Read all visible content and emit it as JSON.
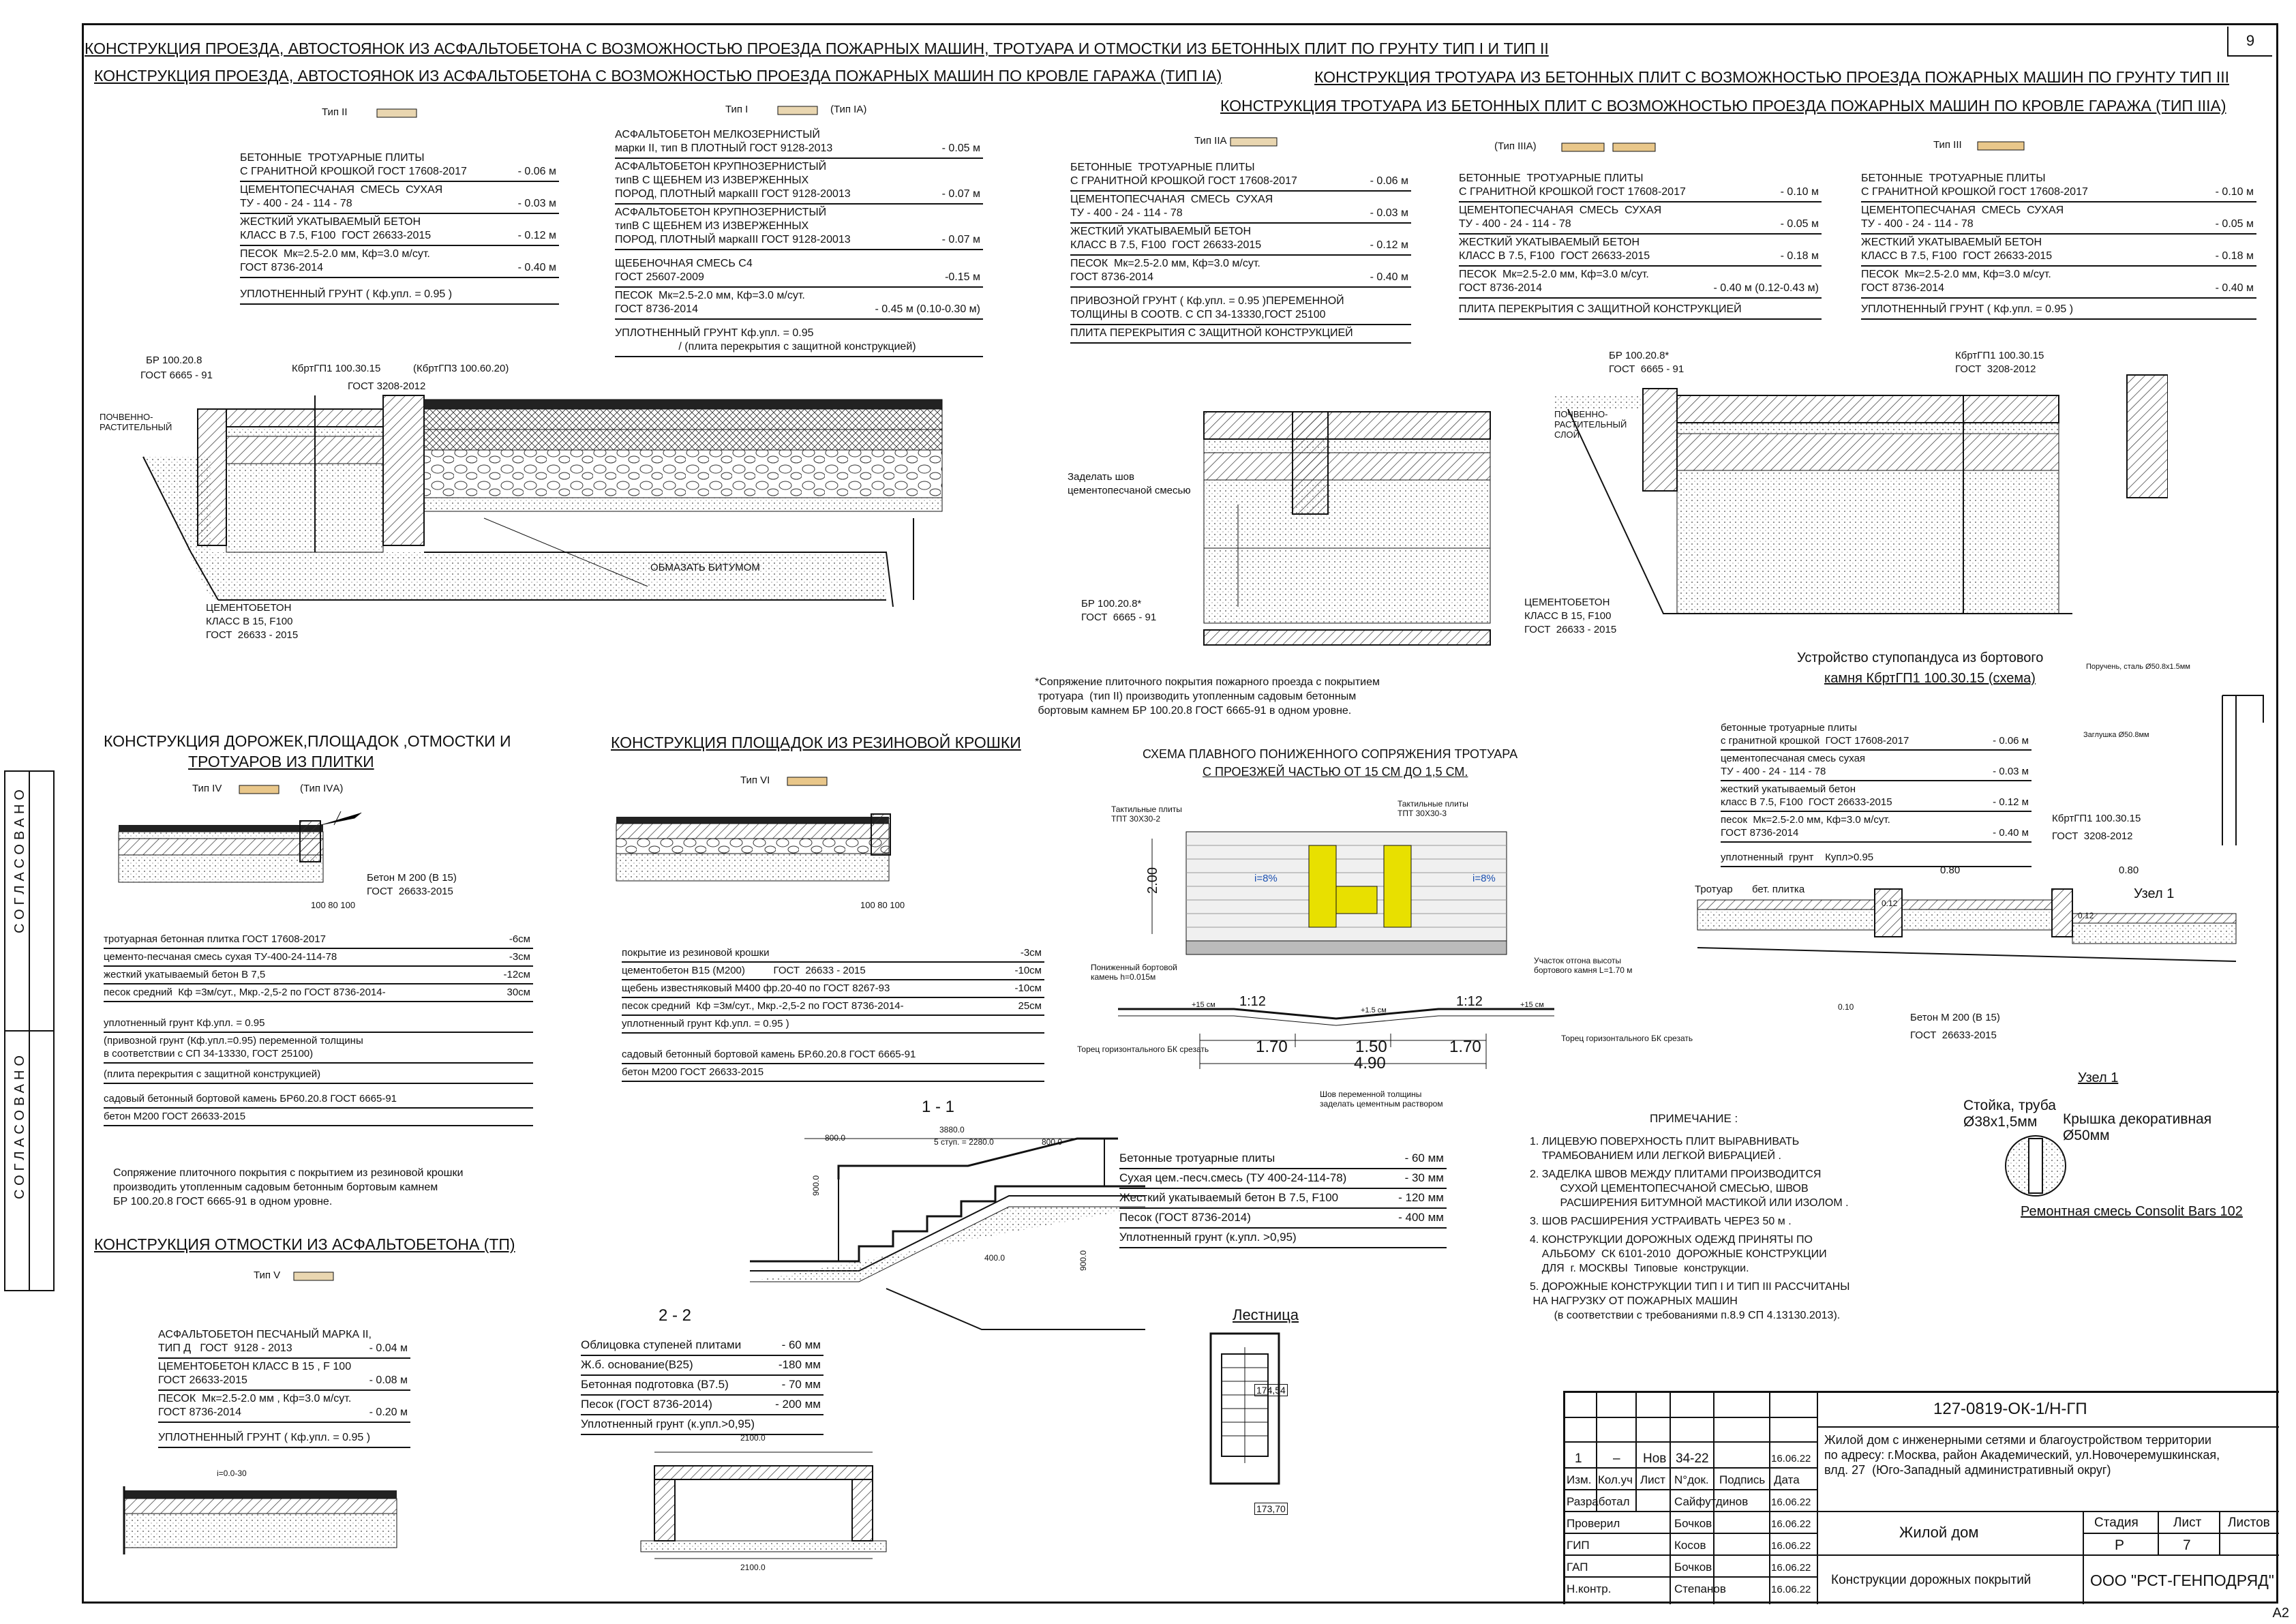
{
  "page_number": "9",
  "format": "A2",
  "main_title": "КОНСТРУКЦИЯ ПРОЕЗДА, АВТОСТОЯНОК ИЗ АСФАЛЬТОБЕТОНА С ВОЗМОЖНОСТЬЮ ПРОЕЗДА ПОЖАРНЫХ МАШИН, ТРОТУАРА И ОТМОСТКИ ИЗ БЕТОННЫХ ПЛИТ ПО ГРУНТУ ТИП I И ТИП II",
  "stamp_left": [
    "СОГЛАСОВАНО",
    "СОГЛАСОВАНО"
  ],
  "sections": {
    "ia_title": "КОНСТРУКЦИЯ ПРОЕЗДА, АВТОСТОЯНОК ИЗ АСФАЛЬТОБЕТОНА С ВОЗМОЖНОСТЬЮ ПРОЕЗДА ПОЖАРНЫХ МАШИН ПО КРОВЛЕ ГАРАЖА (ТИП IА)",
    "iii_title": "КОНСТРУКЦИЯ ТРОТУАРА ИЗ БЕТОННЫХ ПЛИТ С ВОЗМОЖНОСТЬЮ ПРОЕЗДА ПОЖАРНЫХ МАШИН ПО ГРУНТУ ТИП III",
    "iiia_title": "КОНСТРУКЦИЯ ТРОТУАРА ИЗ БЕТОННЫХ ПЛИТ С ВОЗМОЖНОСТЬЮ ПРОЕЗДА ПОЖАРНЫХ МАШИН ПО КРОВЛЕ ГАРАЖА (ТИП IIIА)",
    "iv_title_1": "КОНСТРУКЦИЯ  ДОРОЖЕК,ПЛОЩАДОК ,ОТМОСТКИ И",
    "iv_title_2": "ТРОТУАРОВ ИЗ ПЛИТКИ",
    "vi_title": "КОНСТРУКЦИЯ ПЛОЩАДОК ИЗ РЕЗИНОВОЙ КРОШКИ",
    "v_title": "КОНСТРУКЦИЯ  ОТМОСТКИ ИЗ АСФАЛЬТОБЕТОНА (ТП)",
    "scheme_title_1": "СХЕМА ПЛАВНОГО ПОНИЖЕННОГО СОПРЯЖЕНИЯ ТРОТУАРА",
    "scheme_title_2": "С ПРОЕЗЖЕЙ ЧАСТЬЮ ОТ 15 СМ ДО 1,5 СМ.",
    "ramp_title_1": "Устройство ступопандуса из бортового",
    "ramp_title_2": "камня  КбртГП1 100.30.15 (схема)",
    "section_11": "1 - 1",
    "section_22": "2 - 2",
    "stair": "Лестница",
    "node1": "Узел 1"
  },
  "type_labels": {
    "t2": "Тип II",
    "t1": "Тип I",
    "t1a": "(Тип IА)",
    "t2a": "Тип IIА",
    "t3a": "(Тип IIIА)",
    "t3": "Тип III",
    "t4": "Тип IV",
    "t4a": "(Тип IVА)",
    "t6": "Тип VI",
    "t5": "Тип V"
  },
  "layers_t2": [
    {
      "text": "БЕТОННЫЕ  ТРОТУАРНЫЕ ПЛИТЫ\nС ГРАНИТНОЙ КРОШКОЙ ГОСТ 17608-2017",
      "val": "- 0.06 м"
    },
    {
      "text": "ЦЕМЕНТОПЕСЧАНАЯ  СМЕСЬ  СУХАЯ\nТУ - 400 - 24 - 114 - 78",
      "val": "- 0.03 м"
    },
    {
      "text": "ЖЕСТКИЙ УКАТЫВАЕМЫЙ БЕТОН\nКЛАСС В 7.5, F100  ГОСТ 26633-2015",
      "val": "- 0.12 м"
    },
    {
      "text": "ПЕСОК  Мк=2.5-2.0 мм, Кф=3.0 м/сут.\nГОСТ 8736-2014",
      "val": "- 0.40 м"
    },
    {
      "text": "УПЛОТНЕННЫЙ ГРУНТ ( Кф.упл. = 0.95 )",
      "val": ""
    }
  ],
  "layers_t1": [
    {
      "text": "АСФАЛЬТОБЕТОН МЕЛКОЗЕРНИСТЫЙ\nмарки II, тип В ПЛОТНЫЙ ГОСТ 9128-2013",
      "val": "- 0.05 м"
    },
    {
      "text": "АСФАЛЬТОБЕТОН КРУПНОЗЕРНИСТЫЙ\nтипВ С ЩЕБНЕМ ИЗ ИЗВЕРЖЕННЫХ\nПОРОД, ПЛОТНЫЙ маркаIII ГОСТ 9128-20013",
      "val": "- 0.07 м"
    },
    {
      "text": "АСФАЛЬТОБЕТОН КРУПНОЗЕРНИСТЫЙ\nтипВ С ЩЕБНЕМ ИЗ ИЗВЕРЖЕННЫХ\nПОРОД, ПЛОТНЫЙ маркаIII ГОСТ 9128-20013",
      "val": "- 0.07 м"
    },
    {
      "text": "ЩЕБЕНОЧНАЯ СМЕСЬ С4\nГОСТ 25607-2009",
      "val": "-0.15 м"
    },
    {
      "text": "ПЕСОК  Мк=2.5-2.0 мм, Кф=3.0 м/сут.\nГОСТ 8736-2014",
      "val": "- 0.45 м (0.10-0.30 м)"
    },
    {
      "text": "УПЛОТНЕННЫЙ ГРУНТ Кф.упл. = 0.95\n                     / (плита перекрытия с защитной конструкцией)",
      "val": ""
    }
  ],
  "layers_t2a": [
    {
      "text": "БЕТОННЫЕ  ТРОТУАРНЫЕ ПЛИТЫ\nС ГРАНИТНОЙ КРОШКОЙ ГОСТ 17608-2017",
      "val": "- 0.06 м"
    },
    {
      "text": "ЦЕМЕНТОПЕСЧАНАЯ  СМЕСЬ  СУХАЯ\nТУ - 400 - 24 - 114 - 78",
      "val": "- 0.03 м"
    },
    {
      "text": "ЖЕСТКИЙ УКАТЫВАЕМЫЙ БЕТОН\nКЛАСС В 7.5, F100  ГОСТ 26633-2015",
      "val": "- 0.12 м"
    },
    {
      "text": "ПЕСОК  Мк=2.5-2.0 мм, Кф=3.0 м/сут.\nГОСТ 8736-2014",
      "val": "- 0.40 м"
    },
    {
      "text": "ПРИВОЗНОЙ ГРУНТ ( Кф.упл. = 0.95 )ПЕРЕМЕННОЙ\nТОЛЩИНЫ В СООТВ. С СП 34-13330,ГОСТ 25100",
      "val": ""
    },
    {
      "text": "ПЛИТА ПЕРЕКРЫТИЯ С ЗАЩИТНОЙ КОНСТРУКЦИЕЙ",
      "val": ""
    }
  ],
  "layers_t3a": [
    {
      "text": "БЕТОННЫЕ  ТРОТУАРНЫЕ ПЛИТЫ\nС ГРАНИТНОЙ КРОШКОЙ ГОСТ 17608-2017",
      "val": "- 0.10 м"
    },
    {
      "text": "ЦЕМЕНТОПЕСЧАНАЯ  СМЕСЬ  СУХАЯ\nТУ - 400 - 24 - 114 - 78",
      "val": "- 0.05 м"
    },
    {
      "text": "ЖЕСТКИЙ УКАТЫВАЕМЫЙ БЕТОН\nКЛАСС В 7.5, F100  ГОСТ 26633-2015",
      "val": "- 0.18 м"
    },
    {
      "text": "ПЕСОК  Мк=2.5-2.0 мм, Кф=3.0 м/сут.\nГОСТ 8736-2014",
      "val": "- 0.40 м (0.12-0.43 м)"
    },
    {
      "text": "ПЛИТА ПЕРЕКРЫТИЯ С ЗАЩИТНОЙ КОНСТРУКЦИЕЙ",
      "val": ""
    }
  ],
  "layers_t3": [
    {
      "text": "БЕТОННЫЕ  ТРОТУАРНЫЕ ПЛИТЫ\nС ГРАНИТНОЙ КРОШКОЙ ГОСТ 17608-2017",
      "val": "- 0.10 м"
    },
    {
      "text": "ЦЕМЕНТОПЕСЧАНАЯ  СМЕСЬ  СУХАЯ\nТУ - 400 - 24 - 114 - 78",
      "val": "- 0.05 м"
    },
    {
      "text": "ЖЕСТКИЙ УКАТЫВАЕМЫЙ БЕТОН\nКЛАСС В 7.5, F100  ГОСТ 26633-2015",
      "val": "- 0.18 м"
    },
    {
      "text": "ПЕСОК  Мк=2.5-2.0 мм, Кф=3.0 м/сут.\nГОСТ 8736-2014",
      "val": "- 0.40 м"
    },
    {
      "text": "УПЛОТНЕННЫЙ ГРУНТ ( Кф.упл. = 0.95 )",
      "val": ""
    }
  ],
  "layers_t4": [
    {
      "text": "тротуарная бетонная плитка ГОСТ 17608-2017",
      "val": "-6см"
    },
    {
      "text": "цементо-песчаная смесь сухая ТУ-400-24-114-78",
      "val": "-3см"
    },
    {
      "text": "жесткий укатываемый бетон В 7,5",
      "val": "-12см"
    },
    {
      "text": "песок средний  Кф =3м/сут., Мкр.-2,5-2 по ГОСТ 8736-2014-",
      "val": "30см"
    },
    {
      "text": "\nуплотненный грунт Кф.упл. = 0.95",
      "val": ""
    },
    {
      "text": "(привозной грунт (Кф.упл.=0.95) переменной толщины\nв соответствии с СП 34-13330, ГОСТ 25100)",
      "val": ""
    },
    {
      "text": "(плита перекрытия с защитной конструкцией)",
      "val": ""
    },
    {
      "text": "садовый бетонный бортовой камень БР60.20.8 ГОСТ 6665-91",
      "val": ""
    },
    {
      "text": "бетон М200 ГОСТ 26633-2015",
      "val": ""
    }
  ],
  "layers_t6": [
    {
      "text": "покрытие из резиновой крошки",
      "val": "-3см"
    },
    {
      "text": "цементобетон В15 (М200)          ГОСТ  26633 - 2015",
      "val": "-10см"
    },
    {
      "text": "щебень известняковый М400 фр.20-40 по ГОСТ 8267-93",
      "val": "-10см"
    },
    {
      "text": "песок средний  Кф =3м/сут., Мкр.-2,5-2 по ГОСТ 8736-2014-",
      "val": "25см"
    },
    {
      "text": "уплотненный грунт Кф.упл. = 0.95 )",
      "val": ""
    },
    {
      "text": "\nсадовый бетонный бортовой камень БР.60.20.8 ГОСТ 6665-91",
      "val": ""
    },
    {
      "text": "бетон М200 ГОСТ 26633-2015",
      "val": ""
    }
  ],
  "layers_t5": [
    {
      "text": "АСФАЛЬТОБЕТОН ПЕСЧАНЫЙ МАРКА II,\nТИП Д   ГОСТ  9128 - 2013",
      "val": "- 0.04 м"
    },
    {
      "text": "ЦЕМЕНТОБЕТОН КЛАСС В 15 , F 100\nГОСТ 26633-2015",
      "val": "- 0.08 м"
    },
    {
      "text": "ПЕСОК  Мк=2.5-2.0 мм , Кф=3.0 м/сут.\nГОСТ 8736-2014",
      "val": "- 0.20 м"
    },
    {
      "text": "УПЛОТНЕННЫЙ ГРУНТ ( Кф.упл. = 0.95 )",
      "val": ""
    }
  ],
  "layers_stair11": [
    {
      "text": "Бетонные тротуарные плиты",
      "val": "- 60 мм"
    },
    {
      "text": "Сухая цем.-песч.смесь (ТУ 400-24-114-78)",
      "val": "- 30 мм"
    },
    {
      "text": "Жесткий укатываемый бетон В 7.5, F100",
      "val": "- 120 мм"
    },
    {
      "text": "Песок (ГОСТ 8736-2014)",
      "val": "- 400 мм"
    },
    {
      "text": "Уплотненный грунт (к.упл. >0,95)",
      "val": ""
    }
  ],
  "layers_stair22": [
    {
      "text": "Облицовка ступеней плитами",
      "val": "- 60 мм"
    },
    {
      "text": "Ж.б. основание(В25)",
      "val": "-180 мм"
    },
    {
      "text": "Бетонная подготовка (В7.5)",
      "val": "- 70 мм"
    },
    {
      "text": "Песок (ГОСТ 8736-2014)",
      "val": "- 200 мм"
    },
    {
      "text": "Уплотненный грунт (к.упл.>0,95)",
      "val": ""
    }
  ],
  "layers_ramp": [
    {
      "text": "бетонные тротуарные плиты\nс гранитной крошкой  ГОСТ 17608-2017",
      "val": "- 0.06 м"
    },
    {
      "text": "цементопесчаная смесь сухая\nТУ - 400 - 24 - 114 - 78",
      "val": "- 0.03 м"
    },
    {
      "text": "жесткий укатываемый бетон\nкласс В 7.5, F100  ГОСТ 26633-2015",
      "val": "- 0.12 м"
    },
    {
      "text": "песок  Мк=2.5-2.0 мм, Кф=3.0 м/сут.\nГОСТ 8736-2014",
      "val": "- 0.40 м"
    },
    {
      "text": "уплотненный  грунт    Купл>0.95",
      "val": ""
    }
  ],
  "labels": {
    "br1": "БР 100.20.8",
    "br1g": "ГОСТ  6665 - 91",
    "kb1": "КбртГП1 100.30.15",
    "kb1b": "(КбртГП3 100.60.20)",
    "kb1g": "ГОСТ  3208-2012",
    "pochv": "ПОЧВЕННО-\nРАСТИТЕЛЬНЫЙ",
    "cem": "ЦЕМЕНТОБЕТОН\nКЛАСС В 15, F100\nГОСТ  26633 - 2015",
    "bitum": "ОБМАЗАТЬ БИТУМОМ",
    "shov": "Заделать шов\nцементопесчаной смесью",
    "br2": "БР 100.20.8*\nГОСТ  6665 - 91",
    "cem2": "ЦЕМЕНТОБЕТОН\nКЛАСС В 15, F100\nГОСТ  26633 - 2015",
    "br3": "БР 100.20.8*\nГОСТ  6665 - 91",
    "kb3": "КбртГП1 100.30.15\nГОСТ  3208-2012",
    "pochv3": "ПОЧВЕННО-\nРАСТИТЕЛЬНЫЙ\nСЛОЙ",
    "beton_iv": "Бетон М 200 (В 15)\nГОСТ  26633-2015",
    "dim_iv": "100 80 100",
    "dim_vi": "100 80 100",
    "footnote": "*Сопряжение плиточного покрытия пожарного проезда с покрытием\n тротуара  (тип II) производить утопленным садовым бетонным\n бортовым камнем БР 100.20.8 ГОСТ 6665-91 в одном уровне.",
    "rubber_note": "Сопряжение плиточного покрытия с покрытием из резиновой крошки\nпроизводить утопленным садовым бетонным бортовым камнем\nБР 100.20.8 ГОСТ 6665-91 в одном уровне.",
    "tact1": "Тактильные плиты\nТПТ 30Х30-2",
    "tact2": "Тактильные плиты\nТПТ 30Х30-3",
    "dim_200": "2.00",
    "slope_l": "i=8%",
    "slope_r": "i=8%",
    "low_bort": "Пониженный бортовой\nкамень h=0.015м",
    "bort_h": "Участок отгона высоты\nбортового камня L=1.70 м",
    "r112a": "1:12",
    "r112b": "1:12",
    "p15a": "+15 см",
    "p15b": "+1.5 см",
    "p15c": "+15 см",
    "torec_l": "Торец горизонтального БК срезать",
    "torec_r": "Торец горизонтального БК срезать",
    "d170a": "1.70",
    "d150": "1.50",
    "d170b": "1.70",
    "d490": "4.90",
    "shov_var": "Шов переменной толщины\nзаделать цементным раствором",
    "trotuar": "Тротуар",
    "bet_plitka": "бет. плитка",
    "kb_ramp": "КбртГП1 100.30.15\nГОСТ  3208-2012",
    "beton_ramp": "Бетон М 200 (В 15)\nГОСТ  26633-2015",
    "poruchen": "Поручень, сталь Ø50.8х1.5мм",
    "zaglushka": "Заглушка Ø50.8мм",
    "d080a": "0.80",
    "d080b": "0.80",
    "d012a": "0.12",
    "d012b": "0.12",
    "d010": "0.10",
    "uzel1": "Узел 1",
    "stoika": "Стойка, труба\nØ38х1,5мм",
    "kryshka": "Крышка декоративная\nØ50мм",
    "remont": "Ремонтная смесь Consolit Bars 102",
    "d3880": "3880.0",
    "d800a": "800.0",
    "d2280": "5 ступ. = 2280.0",
    "d800b": "800.0",
    "d900a": "900.0",
    "d900b": "900.0",
    "d400": "400.0",
    "d2100a": "2100.0",
    "d2100b": "2100.0",
    "d174": "174,54",
    "d173": "173,70",
    "i030": "i=0.0-30"
  },
  "notes_title": "ПРИМЕЧАНИЕ :",
  "notes": [
    "1. ЛИЦЕВУЮ ПОВЕРХНОСТЬ ПЛИТ ВЫРАВНИВАТЬ\n    ТРАМБОВАНИЕМ ИЛИ ЛЕГКОЙ ВИБРАЦИЕЙ .",
    "2. ЗАДЕЛКА ШВОВ МЕЖДУ ПЛИТАМИ ПРОИЗВОДИТСЯ\n          СУХОЙ ЦЕМЕНТОПЕСЧАНОЙ СМЕСЬЮ, ШВОВ\n          РАСШИРЕНИЯ БИТУМНОЙ МАСТИКОЙ ИЛИ ИЗОЛОМ .",
    "3. ШОВ РАСШИРЕНИЯ УСТРАИВАТЬ ЧЕРЕЗ 50 м .",
    "4. КОНСТРУКЦИИ ДОРОЖНЫХ ОДЕЖД ПРИНЯТЫ ПО\n    АЛЬБОМУ  СК 6101-2010  ДОРОЖНЫЕ КОНСТРУКЦИИ\n    ДЛЯ  г. МОСКВЫ  Типовые  конструкции.",
    "5. ДОРОЖНЫЕ КОНСТРУКЦИИ ТИП I И ТИП III РАССЧИТАНЫ\n НА НАГРУЗКУ ОТ ПОЖАРНЫХ МАШИН\n        (в соответствии с требованиями п.8.9 СП 4.13130.2013)."
  ],
  "title_block": {
    "code": "127-0819-ОК-1/Н-ГП",
    "object": "Жилой дом с инженерными сетями и благоустройством территории\nпо адресу: г.Москва, район Академический, ул.Новочеремушкинская,\nвлд. 27  (Юго-Западный административный округ)",
    "rev_row": [
      "1",
      "–",
      "Нов",
      "34-22",
      "",
      "16.06.22"
    ],
    "hdr": [
      "Изм.",
      "Кол.уч",
      "Лист",
      "N°док.",
      "Подпись",
      "Дата"
    ],
    "people": [
      {
        "role": "Разработал",
        "name": "Сайфутдинов",
        "date": "16.06.22"
      },
      {
        "role": "Проверил",
        "name": "Бочков",
        "date": "16.06.22"
      },
      {
        "role": "ГИП",
        "name": "Косов",
        "date": "16.06.22"
      },
      {
        "role": "ГАП",
        "name": "Бочков",
        "date": "16.06.22"
      },
      {
        "role": "Н.контр.",
        "name": "Степанов",
        "date": "16.06.22"
      }
    ],
    "building": "Жилой дом",
    "sheet_name": "Конструкции дорожных покрытий",
    "stage_h": "Стадия",
    "sheet_h": "Лист",
    "sheets_h": "Листов",
    "stage": "Р",
    "sheet": "7",
    "sheets": "",
    "org": "ООО \"РСТ-ГЕНПОДРЯД\""
  }
}
